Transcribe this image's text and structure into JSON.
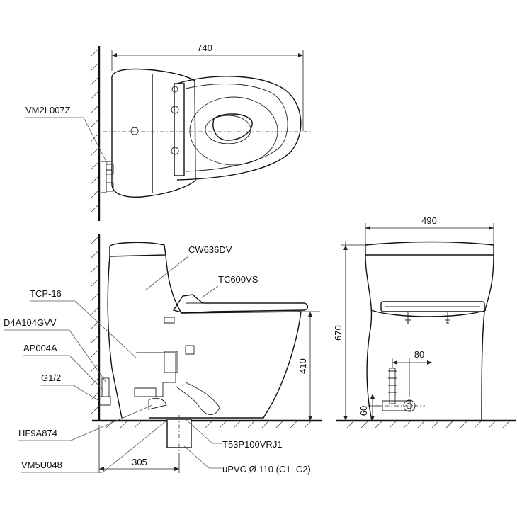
{
  "dimensions": {
    "top_width": "740",
    "side_width": "490",
    "height_total": "670",
    "height_outlet": "410",
    "supply_height": "60",
    "supply_offset": "80",
    "rough_in": "305"
  },
  "parts": {
    "vm2l007z": "VM2L007Z",
    "cw636dv": "CW636DV",
    "tc600vs": "TC600VS",
    "tcp16": "TCP-16",
    "d4a104gvv": "D4A104GVV",
    "ap004a": "AP004A",
    "g12": "G1/2",
    "hf9a874": "HF9A874",
    "t53p100vrj1": "T53P100VRJ1",
    "vm5u048": "VM5U048",
    "upvc": "uPVC Ø 110 (C1, C2)"
  }
}
